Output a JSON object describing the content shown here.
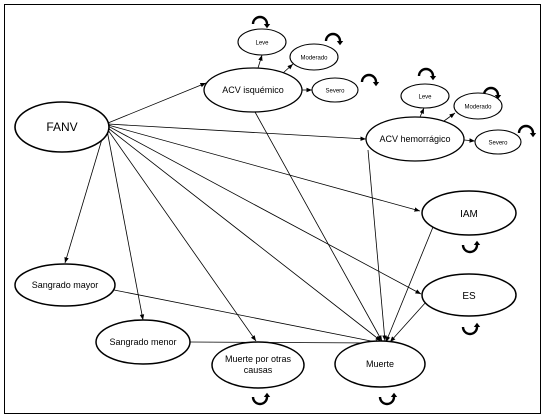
{
  "diagram": {
    "nodes": {
      "fanv": "FANV",
      "acv_isq": "ACV isquémico",
      "leve1": "Leve",
      "moderado1": "Moderado",
      "severo1": "Severo",
      "acv_hem": "ACV hemorrágico",
      "leve2": "Leve",
      "moderado2": "Moderado",
      "severo2": "Severo",
      "iam": "IAM",
      "es": "ES",
      "sangrado_mayor": "Sangrado mayor",
      "sangrado_menor": "Sangrado menor",
      "muerte_otras_l1": "Muerte por otras",
      "muerte_otras_l2": "causas",
      "muerte": "Muerte"
    },
    "edges": [
      [
        "fanv",
        "acv_isq"
      ],
      [
        "fanv",
        "acv_hem"
      ],
      [
        "fanv",
        "iam"
      ],
      [
        "fanv",
        "es"
      ],
      [
        "fanv",
        "sangrado_mayor"
      ],
      [
        "fanv",
        "sangrado_menor"
      ],
      [
        "fanv",
        "muerte_otras"
      ],
      [
        "fanv",
        "muerte"
      ],
      [
        "acv_isq",
        "leve1"
      ],
      [
        "acv_isq",
        "moderado1"
      ],
      [
        "acv_isq",
        "severo1"
      ],
      [
        "acv_hem",
        "leve2"
      ],
      [
        "acv_hem",
        "moderado2"
      ],
      [
        "acv_hem",
        "severo2"
      ],
      [
        "acv_isq",
        "muerte"
      ],
      [
        "acv_hem",
        "muerte"
      ],
      [
        "iam",
        "muerte"
      ],
      [
        "es",
        "muerte"
      ],
      [
        "sangrado_mayor",
        "muerte"
      ],
      [
        "sangrado_menor",
        "muerte"
      ]
    ],
    "self_loops": [
      "leve1",
      "moderado1",
      "severo1",
      "leve2",
      "moderado2",
      "severo2",
      "iam",
      "es",
      "muerte_otras",
      "muerte"
    ]
  }
}
